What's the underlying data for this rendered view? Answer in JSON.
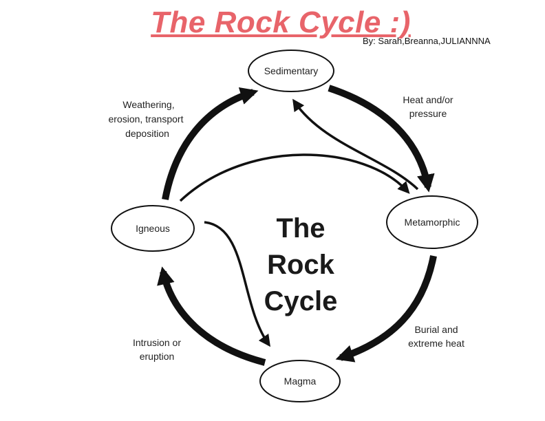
{
  "slide": {
    "title": "The Rock Cycle :)",
    "byline": "By: Sarah,Breanna,JULIANNNA"
  },
  "diagram": {
    "center_text": [
      "The",
      "Rock",
      "Cycle"
    ],
    "nodes": {
      "sedimentary": "Sedimentary",
      "metamorphic": "Metamorphic",
      "magma": "Magma",
      "igneous": "Igneous"
    },
    "processes": {
      "heat_pressure": [
        "Heat and/or",
        "pressure"
      ],
      "burial_heat": [
        "Burial and",
        "extreme heat"
      ],
      "intrusion": [
        "Intrusion or",
        "eruption"
      ],
      "weathering": [
        "Weathering,",
        "erosion, transport",
        "deposition"
      ]
    },
    "colors": {
      "title": "#e8646a",
      "ink": "#111111"
    }
  }
}
